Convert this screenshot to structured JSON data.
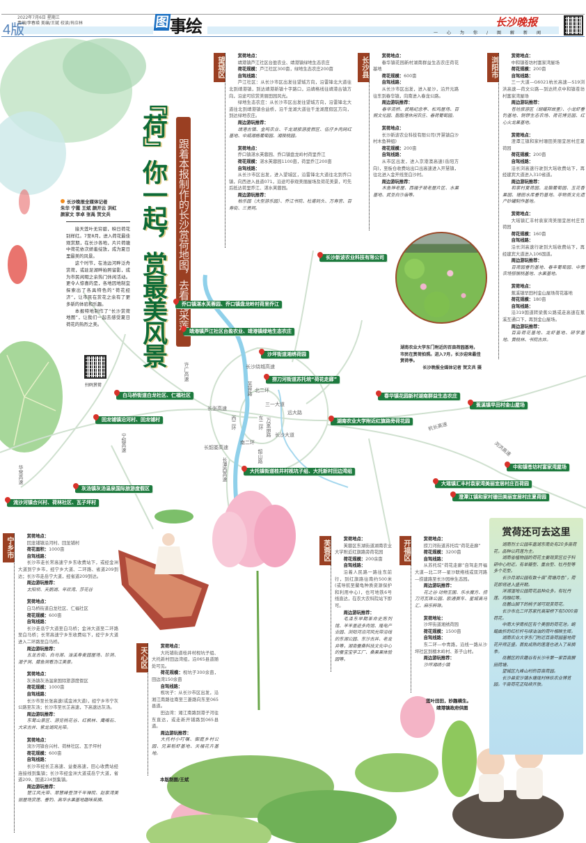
{
  "header": {
    "page_no": "4版",
    "date": "2022年7月6日 星期三",
    "staff": "责编/李春瑛  美编/王斌  校读/肖应林",
    "section_logo_mark": "图",
    "section_logo_rest": "事绘",
    "paper_name": "长沙晚报",
    "slogan": "一心为你/图解新闻"
  },
  "title": {
    "main": "『荷』你一起，赏最美风景",
    "subtitle": "跟着本报制作的长沙赏荷地图，去看花采莲"
  },
  "byline": {
    "line1": "长沙晚报全媒体记者",
    "line2": "朱华 宁霞 王斌 颜开云 洪虹",
    "line3": "颜家文 李卓 张禹 贺文兵"
  },
  "intro": [
    "接天莲叶无穷碧，映日荷花别样红。7至8月，进入荷花最佳观赏期，在长沙各地，片片荷塘中荷花依次娇羞绽放，成为夏日里最美的风景。",
    "这个时节，在池边河畔泛舟赏荷，或驻足湖畔拍照留影，成为市民闲暇之余热门休闲活动。更令人惊喜的是，各地因地制宜探索出了各具特色的“荷花经济”，让市民在赏花之余有了更多新的体验和乐趣。",
    "本报特地制作了“长沙赏荷地图”，让我们一起去感受夏日荷花的热烈之美。"
  ],
  "qr_caption": "扫码赏荷",
  "districts": {
    "wangcheng": {
      "tag": "望城区",
      "entries": [
        {
          "place_label": "赏荷地点：",
          "place": "靖港镇芦江社区台盈农业、靖港镇绿地生态农庄",
          "scale_label": "荷花规模：",
          "scale": "芦江社区300亩，绿地生态农庄200亩",
          "route_label": "自驾线路：",
          "route": [
            "芦江社区：从长沙市区出发往望城方向，沿雷锋北大道往北到靖港镇，到达靖港新镇十字路口，沿靖格线往靖港古镇方向，沿途可欣赏美丽田园风光。",
            "绿地生态农庄：从长沙市区出发往望城方向，沿雷锋北大道往北到靖港镇合益桥，沿千龙湖大道往千龙湖度假区方向，到达绿地农庄。"
          ],
          "nearby_label": "周边游玩推荐：",
          "nearby": "靖港古镇、金鸣农业、千龙湖旅游度假区、伍仔乡肉网红基地、中威湘格葡萄园、湘陵桃园。"
        },
        {
          "place_label": "赏荷地点：",
          "place": "乔口镇湛水芙蓉园、乔口镇盘龙岭村荷里乔江",
          "scale_label": "荷花规模：",
          "scale": "湛水芙蓉园1100亩，荷里乔江200亩",
          "route_label": "自驾线路：",
          "route": [
            "从长沙市区出发，进入望城区，沿雷锋北大道往北到乔口镇，向西进入县道071，沿途可参观美丽屋场及荷花美景，可先后抵达荷里乔江、湛水芙蓉园。"
          ],
          "nearby_label": "周边游玩推荐：",
          "nearby": "柏乐园（大型游乐园）、乔江书院、杜甫码头、万寿宫、百寿街、三贤祠。"
        }
      ]
    },
    "changsha_county": {
      "tag": "长沙县",
      "entries": [
        {
          "place_label": "赏荷地点：",
          "place": "春华镇花园新村湖南群益生态农庄荷花基地",
          "scale_label": "荷花规模：",
          "scale": "600亩",
          "route_label": "自驾线路：",
          "route": [
            "从长沙市区出发，进入星沙，沿开元路往东到春华镇，向南进入春龙公路。"
          ],
          "nearby_label": "周边游玩推荐：",
          "nearby": "春华流桥、武略纪念亭、松鸡屋场、百照文化园、脂脂港休闲农庄、春荷葡萄园。"
        },
        {
          "place_label": "赏荷地点：",
          "place": "长沙新波农业科技有限公司(开慧镇白沙村木鱼神组)",
          "scale_label": "荷花规模：",
          "scale": "200亩",
          "route_label": "自驾线路：",
          "route": [
            "从市区出发，进入京港澳高速(岳阳方向)，至板仓收费站出口出高速进入开慧镇，往北进入金开线至白沙村。"
          ],
          "nearby_label": "周边游玩推荐：",
          "nearby": "木鱼神老屋、西福子坡老屋片区、水果基地、武圣白沙庙等。"
        }
      ]
    },
    "liuyang": {
      "tag": "浏阳市",
      "entries": [
        {
          "place_label": "赏荷地点：",
          "place": "中和镇苍坊村富家湾屋场",
          "scale_label": "荷花规模：",
          "scale": "200亩",
          "route_label": "自驾线路：",
          "route": [
            "三一大道—G6021杭长高速—S19浏洪高速—荷文公路—到达终点中和镇苍坊村富家湾屋场"
          ],
          "nearby_label": "周边游玩推荐：",
          "nearby": "苍坊旅游区（胡耀邦故里）、小龙虾垂钓基地、铜锣生态农场、荷花博览园、红心火龙果基地。"
        },
        {
          "place_label": "赏荷地点：",
          "place": "澄潭江镇和家村珊田美丽宜居村庄夏荷园",
          "scale_label": "荷花规模：",
          "scale": "200亩",
          "route_label": "自驾线路：",
          "route": [
            "沿长浏高速行驶到大瑶收费站下，再经建宾大道进入310省道。"
          ],
          "nearby_label": "周边游玩推荐：",
          "nearby": "和家村夏荷园、龙脑葡萄园、玉花香果园、珊田水库垂钓基地、非物质文化遗产砂罐制作基地。"
        },
        {
          "place_label": "赏荷地点：",
          "place": "大瑶镇汇丰村袁家湾美丽宜居村庄百荷园",
          "scale_label": "荷花规模：",
          "scale": "160亩",
          "route_label": "自驾线路：",
          "route": [
            "沿长浏高速行驶到大瑶收费站下，再经建宾大道进入106国道。"
          ],
          "nearby_label": "周边游玩推荐：",
          "nearby": "百荷园垂钓基地、春丰葡萄园、中策农场猕猴桃基地、水果基地。"
        },
        {
          "place_label": "赏荷地点：",
          "place": "蕉溪镇早田村金山屋场荷花基地",
          "scale_label": "荷花规模：",
          "scale": "180亩",
          "route_label": "自驾线路：",
          "route": [
            "沿319国道转梁蕉公路或走高速在蕉溪互通口下，再到金山屋场。"
          ],
          "nearby_label": "周边游玩推荐：",
          "nearby": "百亩荷花基地、龙虾基地、研学基地、黄桃林、书院古井。"
        }
      ]
    },
    "ningxiang": {
      "tag": "宁乡市",
      "entries": [
        {
          "place_label": "赏荷地点：",
          "place": "回龙铺镇沿河村、回龙铺村",
          "scale_label": "荷花面积：",
          "scale": "1000亩",
          "route_label": "自驾线路：",
          "route": [
            "长沙市走长常高速宁乡东收费站下，或经金洲大道到宁乡市，经宁乡大道、二环路、省道209到达；长沙市走岳宁大道，经省道209到达。"
          ],
          "nearby_label": "周边游玩推荐：",
          "nearby": "太阳坝、天鹅湖、年欢湾、莎花谷"
        },
        {
          "place_label": "赏荷地点：",
          "place": "白马桥街道白龙社区、仁福社区",
          "scale_label": "荷花规模：",
          "scale": "600亩",
          "route_label": "自驾线路：",
          "route": [
            "长沙走岳宁大道至白马桥；金洲大道至二环路至白马桥；长常高速宁乡东收费站下，经宁乡大道进入二环路至白马桥。"
          ],
          "nearby_label": "周边游玩推荐：",
          "nearby": "五龙古街、白马湖、油溪寿麦园屋场、珍洞、湄子洞、膝鱼洞看沩江美景。"
        },
        {
          "place_label": "赏荷地点：",
          "place": "灰汤镇灰汤温泉国际旅游度假区",
          "scale_label": "荷花规模：",
          "scale": "1000亩",
          "route_label": "自驾线路：",
          "route": [
            "长沙市至长张高速(或金洲大道)，经宁乡市宁灰公路至灰汤；长沙市至长芷高速，下高速达灰汤。"
          ],
          "nearby_label": "周边游玩推荐：",
          "nearby": "东鹜山景区、游览桃花谷、红枫林、鹰嘴石、大宋古井、紫龙湖风光带。"
        },
        {
          "place_label": "赏荷地点：",
          "place": "流沙河镇合兴村、荷林社区、瓦子坪村",
          "scale_label": "荷花规模：",
          "scale": "600亩",
          "route_label": "自驾线路：",
          "route": [
            "长沙市经长芷高速、益娄高速，田心收费站经连接线到集镇；长沙市经金洲大道或岳宁大道，省道209、国道234到集镇。"
          ],
          "nearby_label": "周边游玩推荐：",
          "nearby": "楚江风光带、眾慧峰登顶千年禅院、赵家湾美丽屋场赏莲、垂钓、高华水果基地趣味采摘。"
        }
      ]
    },
    "tianxin": {
      "tag": "天心区",
      "entries": [
        {
          "place_label": "赏荷地点：",
          "place": "大托铺街道桂井村枧坑子组、大托新村田边湾组，沿065县道随处可见。",
          "scale_label": "荷花规模：",
          "scale": "枧坑子300余亩，田边湾150余亩",
          "route_label": "自驾线路：",
          "route": [
            "枧坑子：从长沙市区出发，沿湘江南路往南至三菱路向东至065县道。",
            "田边湾：湘江南路到港子河往东直达，或走新开铺路到065县道。"
          ],
          "nearby_label": "周边游玩推荐：",
          "nearby": "大托村小叮嘱、御庭乡村公园、兄弟稻虾基地、天福花卉基地。"
        }
      ]
    },
    "furong": {
      "tag": "芙蓉区",
      "entries": [
        {
          "place_label": "赏荷地点：",
          "place": "芙蓉区东湖街道湖南农业大学附近红旗路旁荷花园",
          "scale_label": "荷花规模：",
          "scale": "200余亩",
          "route_label": "自驾线路：",
          "route": [
            "沿着人民路一路往东前行，到红旗路往南约500米(或导航至鳌龟种质资源保护和利用中心)，也可地铁6号线直达，在农大农科院站下即可。"
          ],
          "nearby_label": "周边游玩推荐：",
          "nearby": "毛泽东早期革命史陈列馆、羊羊墨迹多肉馆、隆电产业园、浏阳河沿河风光带沿线的东湖公园、东沙古井、老龙井等，湖南蚕桑科技文化中心的蚕宝宝学工厂、桑果果体验园等。"
        }
      ]
    },
    "kaifu": {
      "tag": "开福区",
      "entries": [
        {
          "place_label": "赏荷地点：",
          "place": "捞刀河街道苏托垸“荷花走廊”",
          "scale_label": "荷花规模：",
          "scale": "3200亩",
          "route_label": "自驾线路：",
          "route": [
            "从苏托垸“荷花走廊”自驾走开福大道—北二环—星沙联络线或双河路—捞建路至长沙园林生态园。"
          ],
          "nearby_label": "周边游玩推荐：",
          "nearby": "花之谷·动物王国、乐水魔方、捞刀河瓦珠公园、欧通赛车、星城高马汇、麻乐粹珠。"
        },
        {
          "place_label": "赏荷地址：",
          "place": "沙坪街道湘绣荷园",
          "scale_label": "荷花规模：",
          "scale": "1500亩",
          "route_label": "自驾线路：",
          "route": [
            "东二环—中青路，沿线一路从沙坪社区到檀木岭村、茶子山村。"
          ],
          "nearby_label": "周边游玩推荐：",
          "nearby": "沙坪湘绣小镇"
        }
      ]
    }
  },
  "map": {
    "pins": [
      "长沙新波农业科技有限公司",
      "乔口镇湛水芙蓉园、乔口镇盘龙岭村荷里乔江",
      "靖港镇芦江社区台盈农业、靖港镇绿地生态农庄",
      "沙坪街道湘绣荷园",
      "捞刀河街道苏托垸“荷花走廊”",
      "白马桥街道白龙社区、仁福社区",
      "春华镇花园新村湖南群益生态农庄",
      "蕉溪镇早田村金山屋场",
      "回龙铺镇沿河村、回龙铺村",
      "湖南农业大学附近红旗路旁荷花园",
      "大托镇街道桂井村枧坑子组、大托新村田边湾组",
      "中和镇苍坊村富家湾屋场",
      "灰汤镇灰汤温泉国际旅游度假区",
      "大瑶镇汇丰村袁家湾美丽宜居村庄百荷园",
      "流沙河镇合兴村、荷林社区、瓦子坪村",
      "澄潭江镇和家村珊田美丽宜居村庄夏荷园"
    ],
    "roads": [
      "长沙绕城高速",
      "许广高速",
      "北二环",
      "三一大道",
      "远大路",
      "长张高速",
      "西二环",
      "东二环",
      "万家丽路",
      "长沙大道",
      "南二环",
      "长韶娄高速",
      "韶山路",
      "长潭西高速",
      "宁韶高速",
      "华常高速",
      "杭长高速",
      "浏洪高速",
      "芙蓉路"
    ]
  },
  "photo": {
    "caption": "湖南农业大学东门附近的百亩荷园基地，市民在赏荷拍照。进入7月，长沙迎来最佳赏荷季。",
    "credit": "长沙晚报全媒体记者 贺文兵 摄"
  },
  "more": {
    "title": "赏荷还可去这里",
    "items": [
      "湖南烈士公园年嘉湖东南处有20多亩荷花，品种以药莲为主。",
      "湖南省植物园的荷花主要观赏区位于科研中心附近，有单瓣型、重台型、牡丹型等多个花型。",
      "长沙月湖公园有数十亩“荷塘月色”，荷花即将进入盛开期。",
      "洋湖湿地公园荷花品种众多，有牡丹莲、鸡頭红等。",
      "岳麓山脚下的桃子湖可观赏荷花。",
      "长沙市北二环苏家托高架桥下有5000亩荷花。",
      "中南大学南校区有个美丽的荷花池，蜿蜒曲折的红栏杆与绿油油的荷叶相映生辉。",
      "湖南农业大学东门附近百亩荷园基地荷花开得正盛，首批成熟的莲蓬也进入了采摘季。",
      "岳麓区的农趣谷有长沙市第一家百亩摒田荷塘。",
      "望城区九峰山村的百亩荷园。",
      "长沙县安沙镇水塘垅村林玖农业博览园，千亩荷花正陆续开放。"
    ]
  },
  "credits": {
    "photo2_line1": "莲叶田田，妙趣横生。",
    "photo2_line2": "靖港镇政府供图",
    "design": "本版制图/王斌"
  },
  "colors": {
    "tag": "#9a3f22",
    "pin": "#1d7a3e",
    "title": "#0d6a36",
    "header_blue": "#4f7fb8"
  }
}
